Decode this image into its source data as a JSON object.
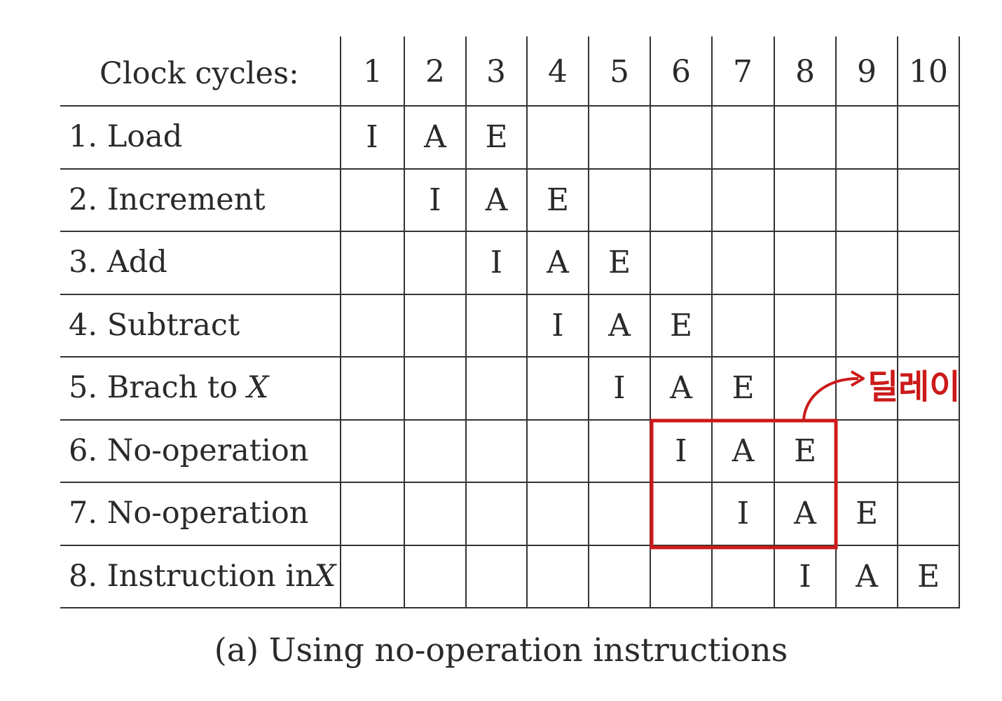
{
  "table": {
    "header_label": "Clock cycles:",
    "cycles": [
      "1",
      "2",
      "3",
      "4",
      "5",
      "6",
      "7",
      "8",
      "9",
      "10"
    ],
    "rows": [
      {
        "label": "1. Load",
        "cells": [
          "I",
          "A",
          "E",
          "",
          "",
          "",
          "",
          "",
          "",
          ""
        ]
      },
      {
        "label": "2. Increment",
        "cells": [
          "",
          "I",
          "A",
          "E",
          "",
          "",
          "",
          "",
          "",
          ""
        ]
      },
      {
        "label": "3. Add",
        "cells": [
          "",
          "",
          "I",
          "A",
          "E",
          "",
          "",
          "",
          "",
          ""
        ]
      },
      {
        "label": "4. Subtract",
        "cells": [
          "",
          "",
          "",
          "I",
          "A",
          "E",
          "",
          "",
          "",
          ""
        ]
      },
      {
        "label": "5. Brach to ",
        "label_var": "X",
        "cells": [
          "",
          "",
          "",
          "",
          "I",
          "A",
          "E",
          "",
          "",
          ""
        ]
      },
      {
        "label": "6. No-operation",
        "cells": [
          "",
          "",
          "",
          "",
          "",
          "I",
          "A",
          "E",
          "",
          ""
        ]
      },
      {
        "label": "7. No-operation",
        "cells": [
          "",
          "",
          "",
          "",
          "",
          "",
          "I",
          "A",
          "E",
          ""
        ]
      },
      {
        "label": "8. Instruction in",
        "label_var": "X",
        "cells": [
          "",
          "",
          "",
          "",
          "",
          "",
          "",
          "I",
          "A",
          "E"
        ]
      }
    ]
  },
  "caption": "(a) Using no-operation instructions",
  "annotation": {
    "text": "딜레이",
    "color": "#cc1a1a",
    "highlight_rows": [
      6,
      7
    ],
    "highlight_cycles": [
      6,
      7,
      8
    ]
  }
}
